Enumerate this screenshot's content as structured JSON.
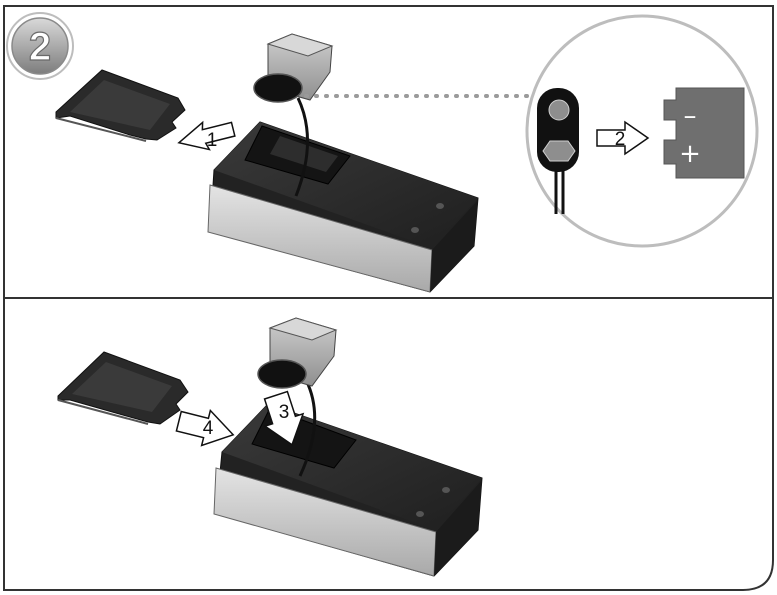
{
  "step_badge": {
    "number": "2"
  },
  "panel_top": {
    "arrows": [
      {
        "label": "1"
      },
      {
        "label": "2"
      }
    ],
    "connector": {
      "minus_sign": "–",
      "plus_sign": "+"
    }
  },
  "panel_bottom": {
    "arrows": [
      {
        "label": "3"
      },
      {
        "label": "4"
      }
    ]
  },
  "colors": {
    "device_dark": "#2b2b2b",
    "device_front": "#cfcfcf",
    "terminal_gray": "#6f6f6f",
    "border": "#333333"
  }
}
